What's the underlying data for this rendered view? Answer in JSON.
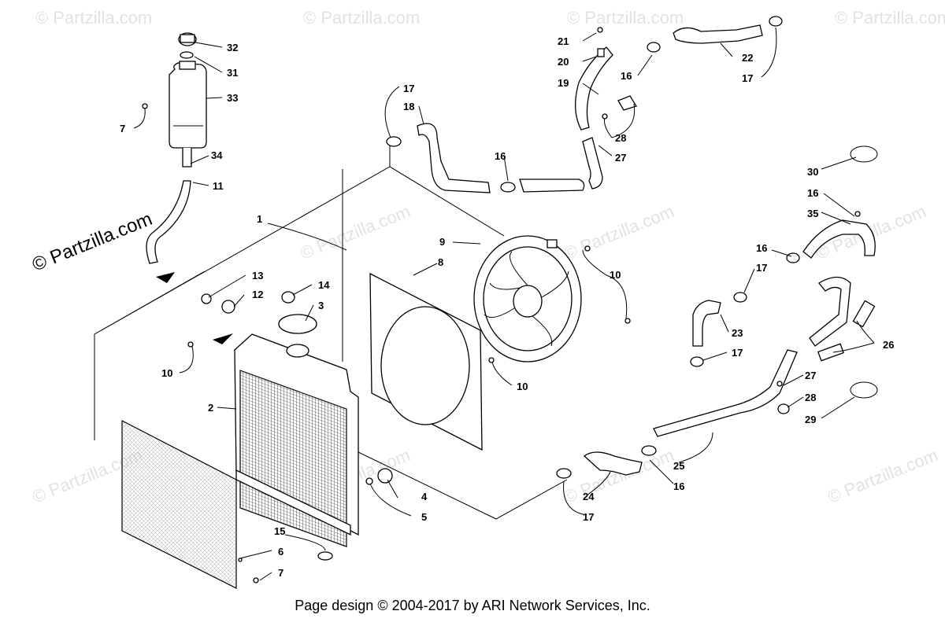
{
  "watermarks": [
    "© Partzilla.com"
  ],
  "brand_watermark": "© Partzilla.com",
  "footer": "Page design © 2004-2017 by ARI Network Services, Inc.",
  "callouts": {
    "c1": "1",
    "c2": "2",
    "c3": "3",
    "c4": "4",
    "c5": "5",
    "c6": "6",
    "c7a": "7",
    "c7b": "7",
    "c8": "8",
    "c9": "9",
    "c10a": "10",
    "c10b": "10",
    "c10c": "10",
    "c11": "11",
    "c12": "12",
    "c13": "13",
    "c14": "14",
    "c15": "15",
    "c16a": "16",
    "c16b": "16",
    "c16c": "16",
    "c16d": "16",
    "c16e": "16",
    "c17a": "17",
    "c17b": "17",
    "c17c": "17",
    "c17d": "17",
    "c17e": "17",
    "c18": "18",
    "c19": "19",
    "c20": "20",
    "c21": "21",
    "c22": "22",
    "c23": "23",
    "c24": "24",
    "c25": "25",
    "c26": "26",
    "c27a": "27",
    "c27b": "27",
    "c28a": "28",
    "c28b": "28",
    "c29": "29",
    "c30": "30",
    "c31": "31",
    "c32": "32",
    "c33": "33",
    "c34": "34",
    "c35": "35"
  }
}
